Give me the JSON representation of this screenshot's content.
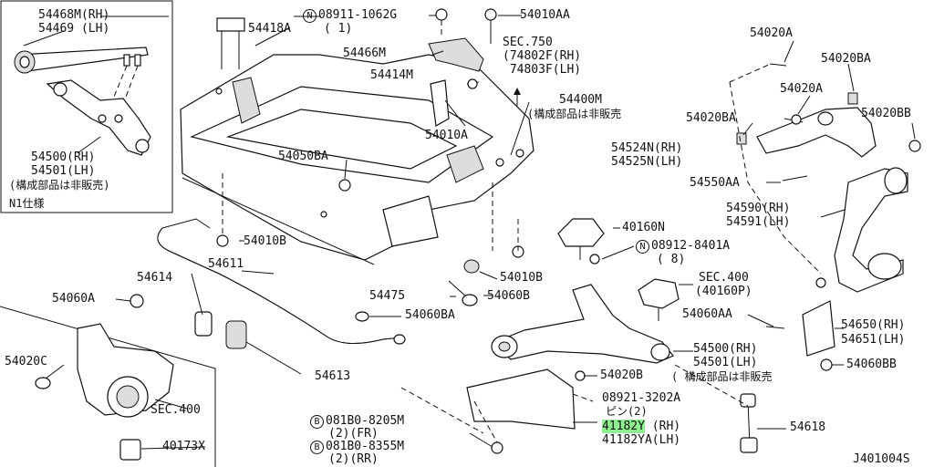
{
  "diagram_id": "J401004S",
  "inset": {
    "variant_label": "N1仕様",
    "parts": [
      {
        "code": "54468M(RH)"
      },
      {
        "code": "54469 (LH)"
      },
      {
        "code": "54500(RH)"
      },
      {
        "code": "54501(LH)"
      },
      {
        "code": "(構成部品は非販売)"
      }
    ]
  },
  "labels": {
    "l54418A": "54418A",
    "l08911_a": "08911-1062G",
    "l08911_b": "( 1)",
    "l54010AA": "54010AA",
    "l54466M": "54466M",
    "lsec750a": "SEC.750",
    "lsec750b": "(74802F(RH)",
    "lsec750c": " 74803F(LH)",
    "l54414M": "54414M",
    "l54010A": "54010A",
    "l54400M": "54400M",
    "l54400Mnote": "(構成部品は非販売",
    "l54050BA": "54050BA",
    "l54010B_1": "54010B",
    "l54611": "54611",
    "l54614": "54614",
    "l54060A": "54060A",
    "l54475": "54475",
    "l54010B_2": "54010B",
    "l54060B": "54060B",
    "l54060BA": "54060BA",
    "l40160N": "40160N",
    "l08912_a": "08912-8401A",
    "l08912_b": "( 8)",
    "lsec400a": "SEC.400",
    "lsec400b": "(40160P)",
    "l54020C": "54020C",
    "lsec400c": "SEC.400",
    "l40173X": "40173X",
    "l54613": "54613",
    "l081B0_a": "081B0-8205M",
    "l081B0_a2": "(2)(FR)",
    "l081B0_b": "081B0-8355M",
    "l081B0_b2": "(2)(RR)",
    "l54020B": "54020B",
    "l08921_a": "08921-3202A",
    "l08921_b": "ピン(2)",
    "l41182Y": "41182Y",
    "l41182Y_rh": "(RH)",
    "l41182YA": "41182YA(LH)",
    "l54618": "54618",
    "l54500RH": "54500(RH)",
    "l54501LH": "54501(LH)",
    "l545note": "( 構成部品は非販売",
    "l54060AA": "54060AA",
    "l54650": "54650(RH)",
    "l54651": "54651(LH)",
    "l54060BB": "54060BB",
    "l54020A_1": "54020A",
    "l54020BA_1": "54020BA",
    "l54020A_2": "54020A",
    "l54020BA_2": "54020BA",
    "l54020BB": "54020BB",
    "l54524N": "54524N(RH)",
    "l54525N": "54525N(LH)",
    "l54550AA": "54550AA",
    "l54590": "54590(RH)",
    "l54591": "54591(LH)"
  },
  "symbols": {
    "circle_N": "N",
    "circle_B": "B"
  },
  "highlight_color": "#8ef08e"
}
